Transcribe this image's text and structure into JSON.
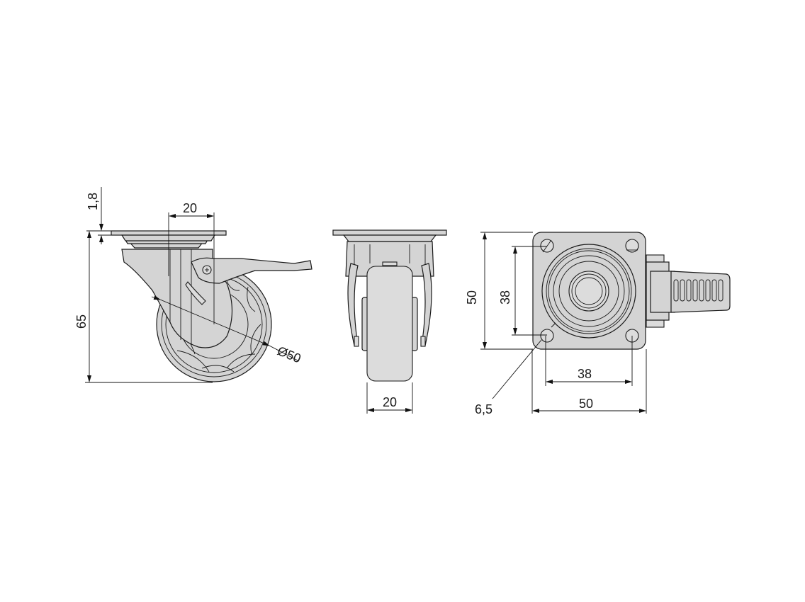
{
  "drawing": {
    "subject": "Swivel castor with brake",
    "views": [
      {
        "name": "side-view",
        "dimensions": {
          "plate_thickness": "1,8",
          "swivel_offset": "20",
          "total_height": "65",
          "wheel_diameter": "Ø50"
        }
      },
      {
        "name": "front-view",
        "dimensions": {
          "wheel_width": "20"
        }
      },
      {
        "name": "top-view",
        "dimensions": {
          "plate_height": "50",
          "hole_spacing_vertical": "38",
          "hole_spacing_horizontal": "38",
          "plate_width": "50",
          "hole_diameter": "6,5"
        }
      }
    ]
  },
  "colors": {
    "part_fill": "#d4d4d4",
    "line": "#1a1a1a",
    "background": "#ffffff"
  }
}
